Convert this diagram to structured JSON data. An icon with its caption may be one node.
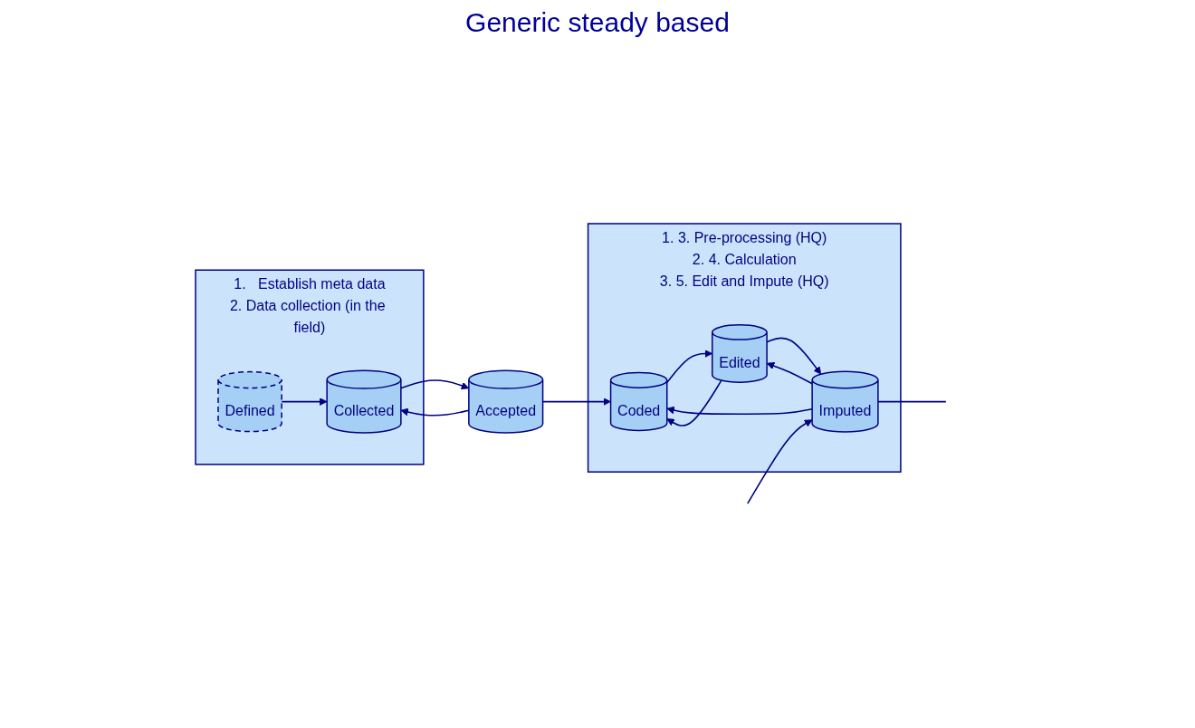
{
  "diagram": {
    "title": "Generic steady based",
    "nodes": [
      {
        "text": [
          "1.   Establish meta data",
          "2. Data collection (in the field)"
        ]
      },
      {
        "text": [
          "1.   3. Pre-processing (HQ)",
          "2.   4. Calculation",
          "3.   5. Edit and Impute (HQ)"
        ]
      },
      {
        "text": [
          "Defined"
        ],
        "in": 0
      },
      {
        "text": [
          "Collected"
        ],
        "in": 0
      },
      {
        "text": [
          "Accepted"
        ]
      },
      {
        "text": [
          "Coded"
        ],
        "in": 1
      },
      {
        "text": [
          "Imputed"
        ],
        "in": 1
      },
      {
        "text": [
          "Edited"
        ],
        "in": 1
      }
    ],
    "edges": [
      {
        "from": 2,
        "to": 3,
        "arrow": "to"
      },
      {
        "from": 3,
        "to": 4,
        "arrow": "to"
      },
      {
        "from": 4,
        "to": 3,
        "arrow": "to"
      },
      {
        "from": 4,
        "to": 5,
        "arrow": "to"
      },
      {
        "from": 5,
        "to": 7,
        "arrow": "to"
      },
      {
        "from": 6,
        "to": 5,
        "arrow": "to"
      },
      {
        "from": 7,
        "to": 6,
        "arrow": "to"
      },
      {
        "from": 6,
        "to": 7,
        "arrow": "to"
      },
      {
        "from": 7,
        "to": 5,
        "arrow": "to"
      },
      {
        "from": null,
        "to": 6,
        "arrow": "to"
      },
      {
        "from": 6,
        "to": null,
        "arrow": "none"
      }
    ]
  }
}
